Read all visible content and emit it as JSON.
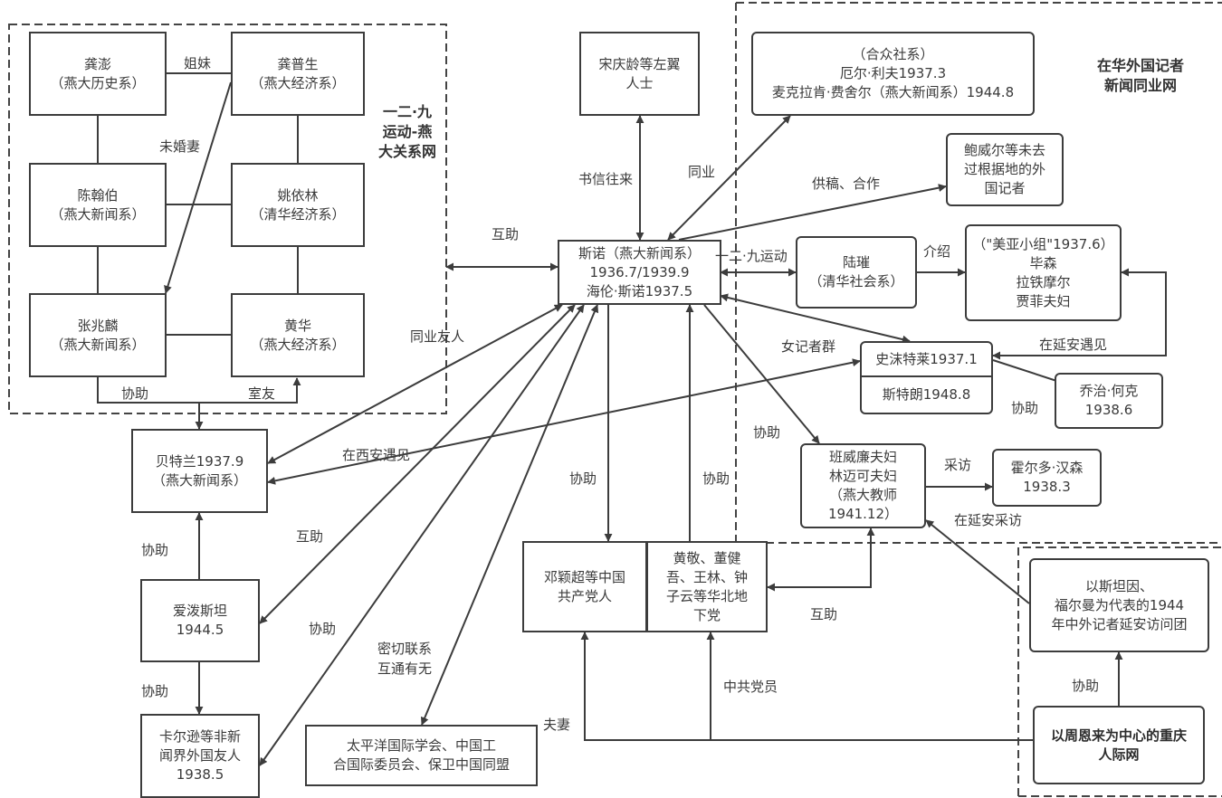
{
  "regions": {
    "december9": {
      "title": [
        "一二·九",
        "运动-燕",
        "大关系网"
      ]
    },
    "foreign_press": {
      "title": [
        "在华外国记者",
        "新闻同业网"
      ]
    },
    "chongqing": {
      "title": []
    }
  },
  "nodes": {
    "gongpeng": [
      "龚澎",
      "（燕大历史系）"
    ],
    "gongpusheng": [
      "龚普生",
      "（燕大经济系）"
    ],
    "chenhanbo": [
      "陈翰伯",
      "（燕大新闻系）"
    ],
    "yaoyilin": [
      "姚依林",
      "（清华经济系）"
    ],
    "zhangzhaolin": [
      "张兆麟",
      "（燕大新闻系）"
    ],
    "huanghua": [
      "黄华",
      "（燕大经济系）"
    ],
    "songqingling": [
      "宋庆龄等左翼",
      "人士"
    ],
    "snow": [
      "斯诺（燕大新闻系）",
      "1936.7/1939.9",
      "海伦·斯诺1937.5"
    ],
    "upi": [
      "（合众社系）",
      "厄尔·利夫1937.3",
      "麦克拉肯·费舍尔（燕大新闻系）1944.8"
    ],
    "bowell": [
      "鲍威尔等未去",
      "过根据地的外",
      "国记者"
    ],
    "lucui": [
      "陆璀",
      "（清华社会系）"
    ],
    "ameriasia": [
      "（\"美亚小组\"1937.6）",
      "毕森",
      "拉铁摩尔",
      "贾菲夫妇"
    ],
    "smedley_top": [
      "史沫特莱1937.1"
    ],
    "smedley_bottom": [
      "斯特朗1948.8"
    ],
    "hogg": [
      "乔治·何克",
      "1938.6"
    ],
    "bertram": [
      "贝特兰1937.9",
      "（燕大新闻系）"
    ],
    "band_lindsay": [
      "班威廉夫妇",
      "林迈可夫妇",
      "（燕大教师",
      "1941.12）"
    ],
    "holdosen": [
      "霍尔多·汉森",
      "1938.3"
    ],
    "dengyingchao": [
      "邓颖超等中国",
      "共产党人"
    ],
    "north_underground": [
      "黄敬、董健",
      "吾、王林、钟",
      "子云等华北地",
      "下党"
    ],
    "epstein": [
      "爱泼斯坦",
      "1944.5"
    ],
    "carlson": [
      "卡尔逊等非新",
      "闻界外国友人",
      "1938.5"
    ],
    "ipr": [
      "太平洋国际学会、中国工",
      "合国际委员会、保卫中国同盟"
    ],
    "stein_group": [
      "以斯坦因、",
      "福尔曼为代表的1944",
      "年中外记者延安访问团"
    ],
    "zhouenlai": [
      "以周恩来为中心的重庆",
      "人际网"
    ]
  },
  "edge_labels": {
    "sisters": "姐妹",
    "fiancee": "未婚妻",
    "assist_zhang": "协助",
    "roommate": "室友",
    "letters": "书信往来",
    "same_trade": "同业",
    "mutual_aid_left": "互助",
    "contribute": "供稿、合作",
    "dec9_movement": "一二·九运动",
    "introduce": "介绍",
    "met_yanan": "在延安遇见",
    "women_journalists": "女记者群",
    "assist_hogg": "协助",
    "peer_friends": "同业友人",
    "met_xian": "在西安遇见",
    "assist_band": "协助",
    "interview": "采访",
    "interview_yanan": "在延安采访",
    "assist_deng": "协助",
    "assist_north": "协助",
    "mutual_aid_epstein": "互助",
    "assist_bertram": "协助",
    "assist_carlson_left": "协助",
    "assist_carlson": "协助",
    "close_contact": [
      "密切联系",
      "互通有无"
    ],
    "mutual_aid_north": "互助",
    "husband_wife": "夫妻",
    "ccp_member": "中共党员",
    "assist_stein": "协助"
  }
}
